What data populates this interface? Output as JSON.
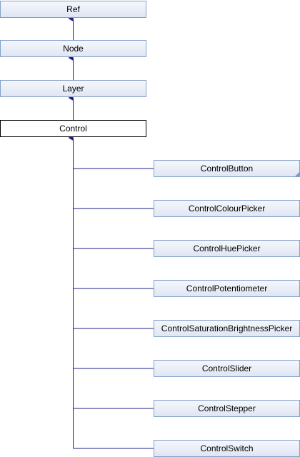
{
  "diagram": {
    "title": "",
    "colors": {
      "edge": "#1d1d8a",
      "box_border": "#84a0c8",
      "box_fill_top": "#f4f7fc",
      "box_fill_bottom": "#dfe6f3",
      "current_border": "#000000",
      "current_fill": "#ffffff"
    },
    "nodes": [
      {
        "id": "ref",
        "label": "Ref"
      },
      {
        "id": "node",
        "label": "Node"
      },
      {
        "id": "layer",
        "label": "Layer"
      },
      {
        "id": "control",
        "label": "Control",
        "current": true
      },
      {
        "id": "control-button",
        "label": "ControlButton",
        "truncated_children": true
      },
      {
        "id": "control-colour-picker",
        "label": "ControlColourPicker"
      },
      {
        "id": "control-hue-picker",
        "label": "ControlHuePicker"
      },
      {
        "id": "control-potentiometer",
        "label": "ControlPotentiometer"
      },
      {
        "id": "control-saturation-brightness-picker",
        "label": "ControlSaturationBrightnessPicker"
      },
      {
        "id": "control-slider",
        "label": "ControlSlider"
      },
      {
        "id": "control-stepper",
        "label": "ControlStepper"
      },
      {
        "id": "control-switch",
        "label": "ControlSwitch"
      }
    ],
    "edges": [
      {
        "from": "node",
        "to": "ref"
      },
      {
        "from": "layer",
        "to": "node"
      },
      {
        "from": "control",
        "to": "layer"
      },
      {
        "from": "control-button",
        "to": "control"
      },
      {
        "from": "control-colour-picker",
        "to": "control"
      },
      {
        "from": "control-hue-picker",
        "to": "control"
      },
      {
        "from": "control-potentiometer",
        "to": "control"
      },
      {
        "from": "control-saturation-brightness-picker",
        "to": "control"
      },
      {
        "from": "control-slider",
        "to": "control"
      },
      {
        "from": "control-stepper",
        "to": "control"
      },
      {
        "from": "control-switch",
        "to": "control"
      }
    ]
  }
}
